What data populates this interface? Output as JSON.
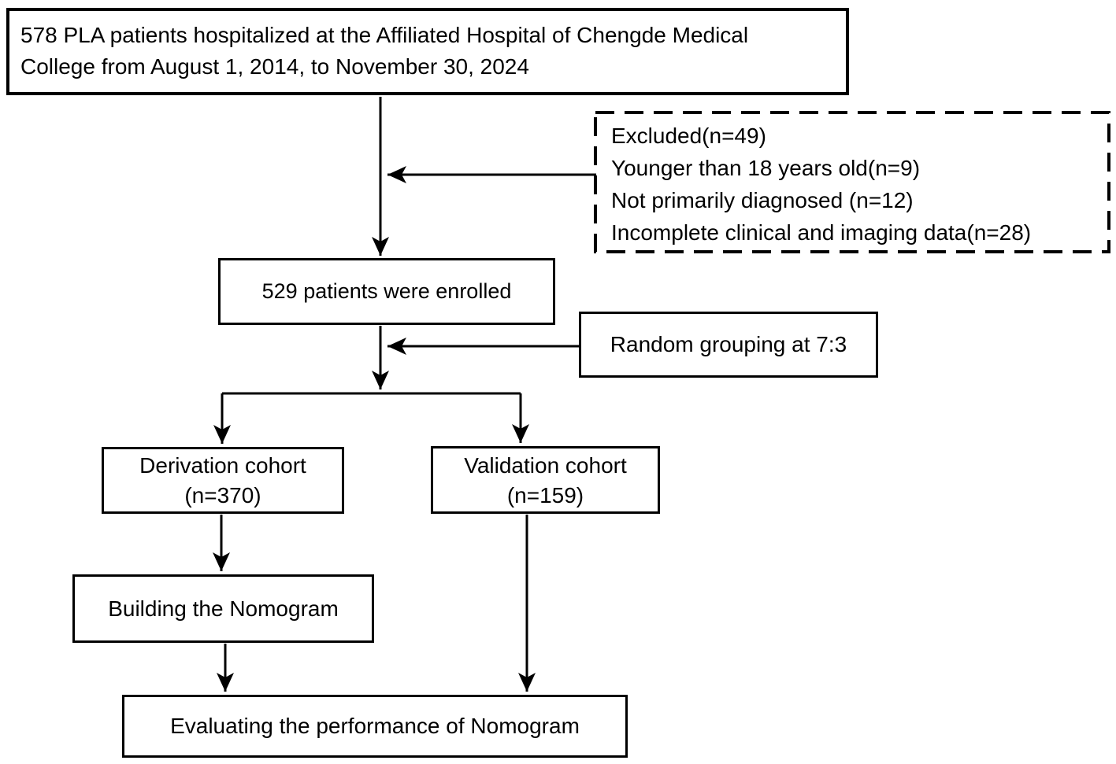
{
  "figure": {
    "type": "flowchart",
    "background_color": "#ffffff",
    "line_color": "#000000",
    "text_color": "#000000"
  },
  "nodes": {
    "initial": {
      "lines": [
        "578 PLA patients hospitalized at the Affiliated Hospital of Chengde Medical",
        "College from August 1, 2014, to November 30, 2024"
      ]
    },
    "excluded": {
      "lines": [
        "Excluded(n=49)",
        "Younger than 18 years old(n=9)",
        "Not primarily diagnosed (n=12)",
        "Incomplete clinical and imaging data(n=28)"
      ]
    },
    "enrolled": {
      "text": "529 patients were enrolled"
    },
    "random_grouping": {
      "text": "Random grouping at 7:3"
    },
    "derivation": {
      "lines": [
        "Derivation cohort",
        "(n=370)"
      ]
    },
    "validation": {
      "lines": [
        "Validation cohort",
        "(n=159)"
      ]
    },
    "building": {
      "text": "Building the Nomogram"
    },
    "evaluating": {
      "text": "Evaluating the performance of Nomogram"
    }
  },
  "edges": [
    {
      "id": "initial-to-enrolled",
      "from": "initial",
      "to": "enrolled"
    },
    {
      "id": "excluded-to-flow",
      "from": "excluded",
      "to": "initial-to-enrolled"
    },
    {
      "id": "enrolled-to-split",
      "from": "enrolled",
      "to": "split"
    },
    {
      "id": "random-to-flow",
      "from": "random_grouping",
      "to": "enrolled-to-split"
    },
    {
      "id": "split-to-derivation",
      "from": "split",
      "to": "derivation"
    },
    {
      "id": "split-to-validation",
      "from": "split",
      "to": "validation"
    },
    {
      "id": "derivation-to-building",
      "from": "derivation",
      "to": "building"
    },
    {
      "id": "building-to-evaluating",
      "from": "building",
      "to": "evaluating"
    },
    {
      "id": "validation-to-evaluating",
      "from": "validation",
      "to": "evaluating"
    }
  ]
}
